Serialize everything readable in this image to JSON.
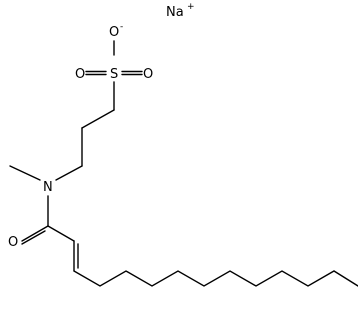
{
  "molecule": {
    "atoms": {
      "sodium": "Na",
      "sodium_charge": "+",
      "oxygen_anion": "O",
      "oxygen_anion_charge": "-",
      "sulfur": "S",
      "oxygen_left": "O",
      "oxygen_right": "O",
      "nitrogen": "N",
      "oxygen_carbonyl": "O"
    }
  }
}
